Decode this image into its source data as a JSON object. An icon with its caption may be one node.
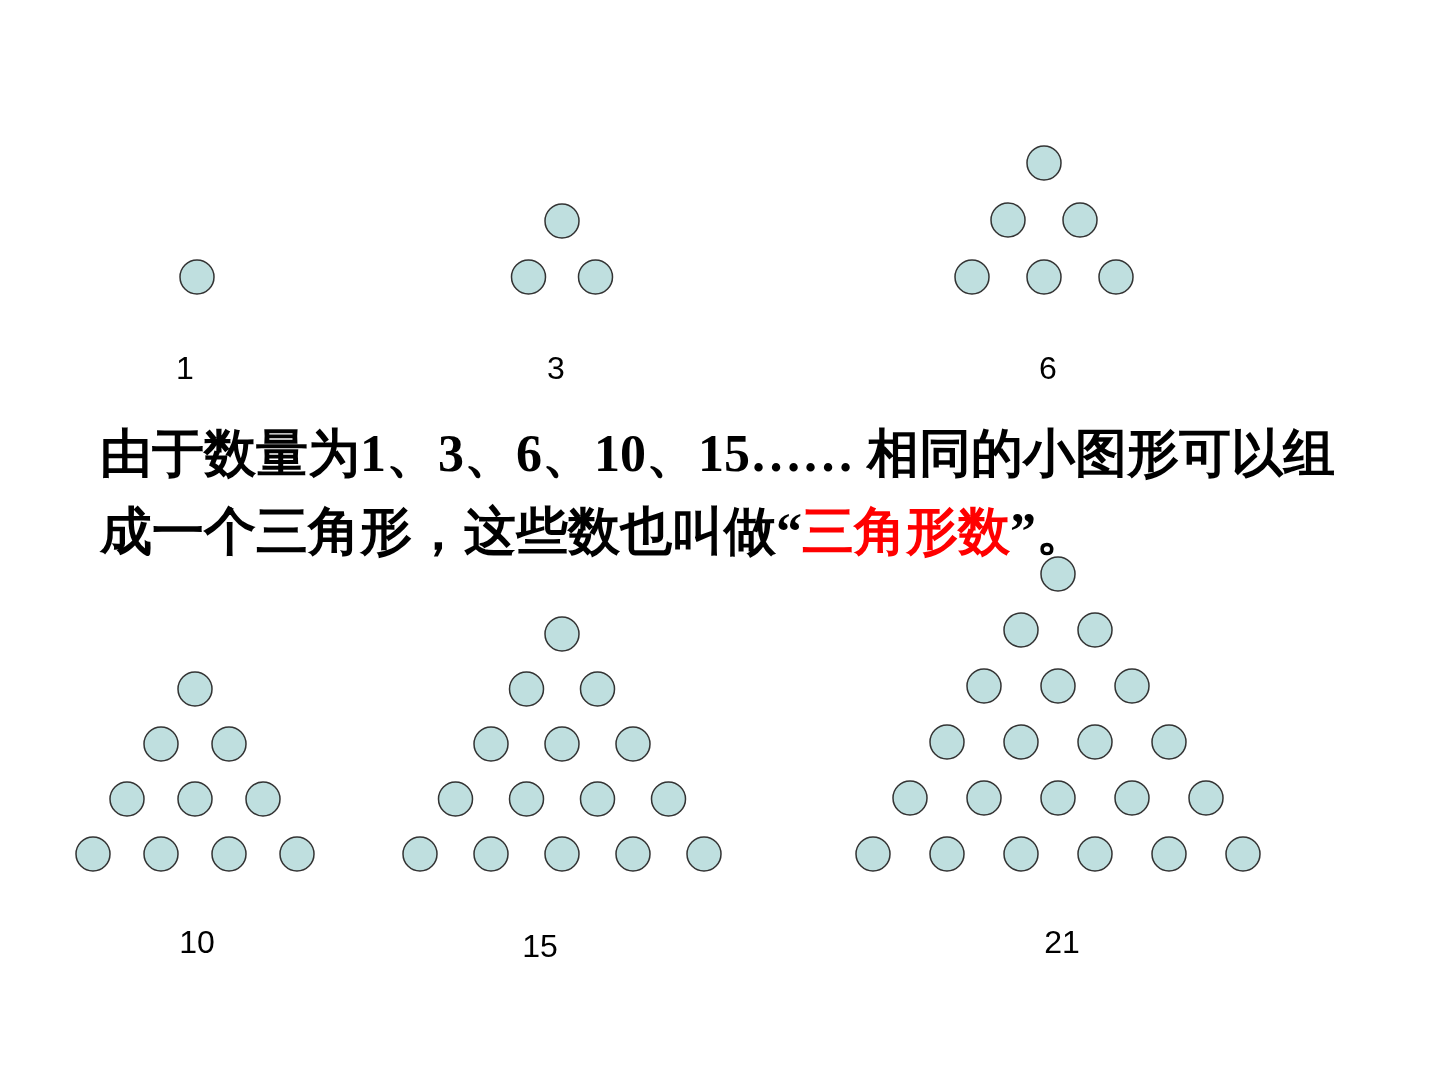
{
  "diagram": {
    "labels": [
      "1",
      "3",
      "6",
      "由于数量为1、3、6、10、15…… 相同的小图形可以组成一个三角形，这些数也叫做“",
      "三角形数",
      "”。",
      "10",
      "15",
      "21"
    ]
  }
}
